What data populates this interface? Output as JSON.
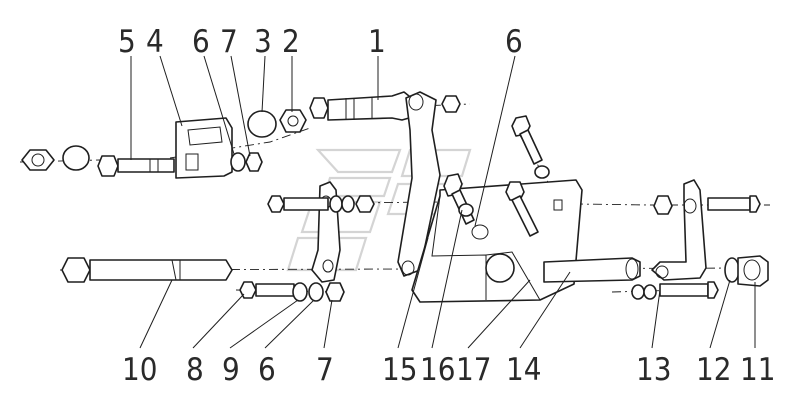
{
  "diagram": {
    "labels": [
      "1",
      "2",
      "3",
      "4",
      "5",
      "6",
      "7",
      "8",
      "9",
      "10",
      "11",
      "12",
      "13",
      "14",
      "15",
      "16",
      "17"
    ]
  },
  "callouts": {
    "top": [
      {
        "id": "c5",
        "text": "5"
      },
      {
        "id": "c4",
        "text": "4"
      },
      {
        "id": "c6a",
        "text": "6"
      },
      {
        "id": "c7a",
        "text": "7"
      },
      {
        "id": "c3",
        "text": "3"
      },
      {
        "id": "c2",
        "text": "2"
      },
      {
        "id": "c1",
        "text": "1"
      },
      {
        "id": "c6b",
        "text": "6"
      }
    ],
    "bottom": [
      {
        "id": "c10",
        "text": "10"
      },
      {
        "id": "c8",
        "text": "8"
      },
      {
        "id": "c9",
        "text": "9"
      },
      {
        "id": "c6c",
        "text": "6"
      },
      {
        "id": "c7b",
        "text": "7"
      },
      {
        "id": "c15",
        "text": "15"
      },
      {
        "id": "c16",
        "text": "16"
      },
      {
        "id": "c17",
        "text": "17"
      },
      {
        "id": "c14",
        "text": "14"
      },
      {
        "id": "c13",
        "text": "13"
      },
      {
        "id": "c12",
        "text": "12"
      },
      {
        "id": "c11",
        "text": "11"
      }
    ]
  }
}
